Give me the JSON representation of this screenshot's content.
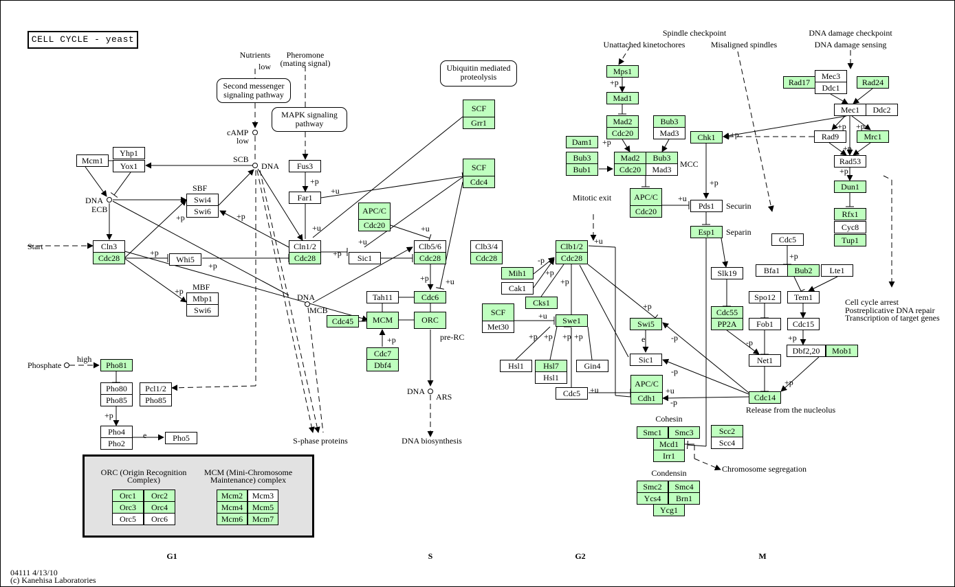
{
  "title": "CELL CYCLE - yeast",
  "footer": {
    "id_date": "04111 4/13/10",
    "copyright": "(c) Kanehisa Laboratories"
  },
  "colors": {
    "highlight": "#bfffbf",
    "line": "#000000",
    "legend_bg": "#e2e2e2"
  },
  "phases": [
    "G1",
    "S",
    "G2",
    "M"
  ],
  "pathways": {
    "second_messenger": "Second messenger signaling pathway",
    "mapk": "MAPK signaling pathway",
    "ubiquitin": "Ubiquitin mediated proteolysis"
  },
  "labels": {
    "nutrients": "Nutrients",
    "low1": "low",
    "pheromone": "Pheromone",
    "mating": "(mating signal)",
    "camp": "cAMP",
    "low2": "low",
    "scb": "SCB",
    "dna1": "DNA",
    "dna_ecb": "DNA",
    "ecb": "ECB",
    "sbf": "SBF",
    "mbf": "MBF",
    "start": "Start",
    "dna_mcb": "DNA",
    "mcb": "MCB",
    "phosphate": "Phosphate",
    "high": "high",
    "s_phase": "S-phase proteins",
    "pre_rc": "pre-RC",
    "dna_ars": "DNA",
    "ars": "ARS",
    "dna_bio": "DNA biosynthesis",
    "spindle_cp": "Spindle checkpoint",
    "unattached": "Unattached kinetochores",
    "misaligned": "Misaligned spindles",
    "dna_damage_cp": "DNA damage checkpoint",
    "dna_damage_sensing": "DNA damage sensing",
    "mcc": "MCC",
    "mitotic_exit": "Mitotic exit",
    "securin": "Securin",
    "separin": "Separin",
    "release": "Release from the nucleolus",
    "cohesin": "Cohesin",
    "condensin": "Condensin",
    "chrom_seg": "Chromosome segregation",
    "arrest1": "Cell cycle arrest",
    "arrest2": "Postreplicative DNA repair",
    "arrest3": "Transcription of target genes",
    "orc_title": "ORC (Origin Recognition Complex)",
    "mcm_title": "MCM (Mini-Chromosome Maintenance) complex"
  },
  "nodes": {
    "Mcm1": "Mcm1",
    "Yhp1": "Yhp1",
    "Yox1": "Yox1",
    "Swi4": "Swi4",
    "Swi6a": "Swi6",
    "Cln3": "Cln3",
    "Cdc28a": "Cdc28",
    "Whi5": "Whi5",
    "Mbp1": "Mbp1",
    "Swi6b": "Swi6",
    "Fus3": "Fus3",
    "Far1": "Far1",
    "Cln12": "Cln1/2",
    "Cdc28b": "Cdc28",
    "Sic1a": "Sic1",
    "Clb56": "Clb5/6",
    "Cdc28c": "Cdc28",
    "SCF1": "SCF",
    "Grr1": "Grr1",
    "SCF2": "SCF",
    "Cdc4": "Cdc4",
    "APCC1": "APC/C",
    "Cdc20a": "Cdc20",
    "Tah11": "Tah11",
    "Cdc6": "Cdc6",
    "Cdc45": "Cdc45",
    "MCM": "MCM",
    "ORC": "ORC",
    "Cdc7": "Cdc7",
    "Dbf4": "Dbf4",
    "Pho81": "Pho81",
    "Pho80": "Pho80",
    "Pho85a": "Pho85",
    "Pcl12": "Pcl1/2",
    "Pho85b": "Pho85",
    "Pho4": "Pho4",
    "Pho2": "Pho2",
    "Pho5": "Pho5",
    "Clb34": "Clb3/4",
    "Cdc28d": "Cdc28",
    "Clb12": "Clb1/2",
    "Cdc28e": "Cdc28",
    "Mih1": "Mih1",
    "Cak1": "Cak1",
    "Cks1": "Cks1",
    "SCF3": "SCF",
    "Met30": "Met30",
    "Swe1": "Swe1",
    "Hsl1a": "Hsl1",
    "Hsl7": "Hsl7",
    "Hsl1b": "Hsl1",
    "Gin4": "Gin4",
    "Cdc5a": "Cdc5",
    "Swi5": "Swi5",
    "Sic1b": "Sic1",
    "APCC3": "APC/C",
    "Cdh1": "Cdh1",
    "Mps1": "Mps1",
    "Mad1": "Mad1",
    "Mad2a": "Mad2",
    "Cdc20b": "Cdc20",
    "Bub3a": "Bub3",
    "Mad3a": "Mad3",
    "Dam1": "Dam1",
    "Bub3b": "Bub3",
    "Bub1": "Bub1",
    "Mad2b": "Mad2",
    "Cdc20c": "Cdc20",
    "Bub3c": "Bub3",
    "Mad3b": "Mad3",
    "APCC2": "APC/C",
    "Cdc20d": "Cdc20",
    "Chk1": "Chk1",
    "Pds1": "Pds1",
    "Esp1": "Esp1",
    "Slk19": "Slk19",
    "Cdc55": "Cdc55",
    "PP2A": "PP2A",
    "Cdc5b": "Cdc5",
    "Bfa1": "Bfa1",
    "Bub2": "Bub2",
    "Lte1": "Lte1",
    "Spo12": "Spo12",
    "Tem1": "Tem1",
    "Fob1": "Fob1",
    "Cdc15": "Cdc15",
    "Net1": "Net1",
    "Dbf220": "Dbf2,20",
    "Mob1": "Mob1",
    "Cdc14": "Cdc14",
    "Rad17": "Rad17",
    "Mec3": "Mec3",
    "Ddc1": "Ddc1",
    "Rad24": "Rad24",
    "Mec1": "Mec1",
    "Ddc2": "Ddc2",
    "Rad9": "Rad9",
    "Mrc1": "Mrc1",
    "Rad53": "Rad53",
    "Dun1": "Dun1",
    "Rfx1": "Rfx1",
    "Cyc8": "Cyc8",
    "Tup1": "Tup1",
    "Smc1": "Smc1",
    "Smc3": "Smc3",
    "Mcd1": "Mcd1",
    "Irr1": "Irr1",
    "Scc2": "Scc2",
    "Scc4": "Scc4",
    "Smc2": "Smc2",
    "Smc4": "Smc4",
    "Ycs4": "Ycs4",
    "Brn1": "Brn1",
    "Ycg1": "Ycg1",
    "Orc1": "Orc1",
    "Orc2": "Orc2",
    "Orc3": "Orc3",
    "Orc4": "Orc4",
    "Orc5": "Orc5",
    "Orc6": "Orc6",
    "Mcm2": "Mcm2",
    "Mcm3": "Mcm3",
    "Mcm4": "Mcm4",
    "Mcm5": "Mcm5",
    "Mcm6": "Mcm6",
    "Mcm7": "Mcm7"
  },
  "edge_marks": {
    "p": "+p",
    "u": "+u",
    "mp": "-p",
    "e": "e"
  }
}
